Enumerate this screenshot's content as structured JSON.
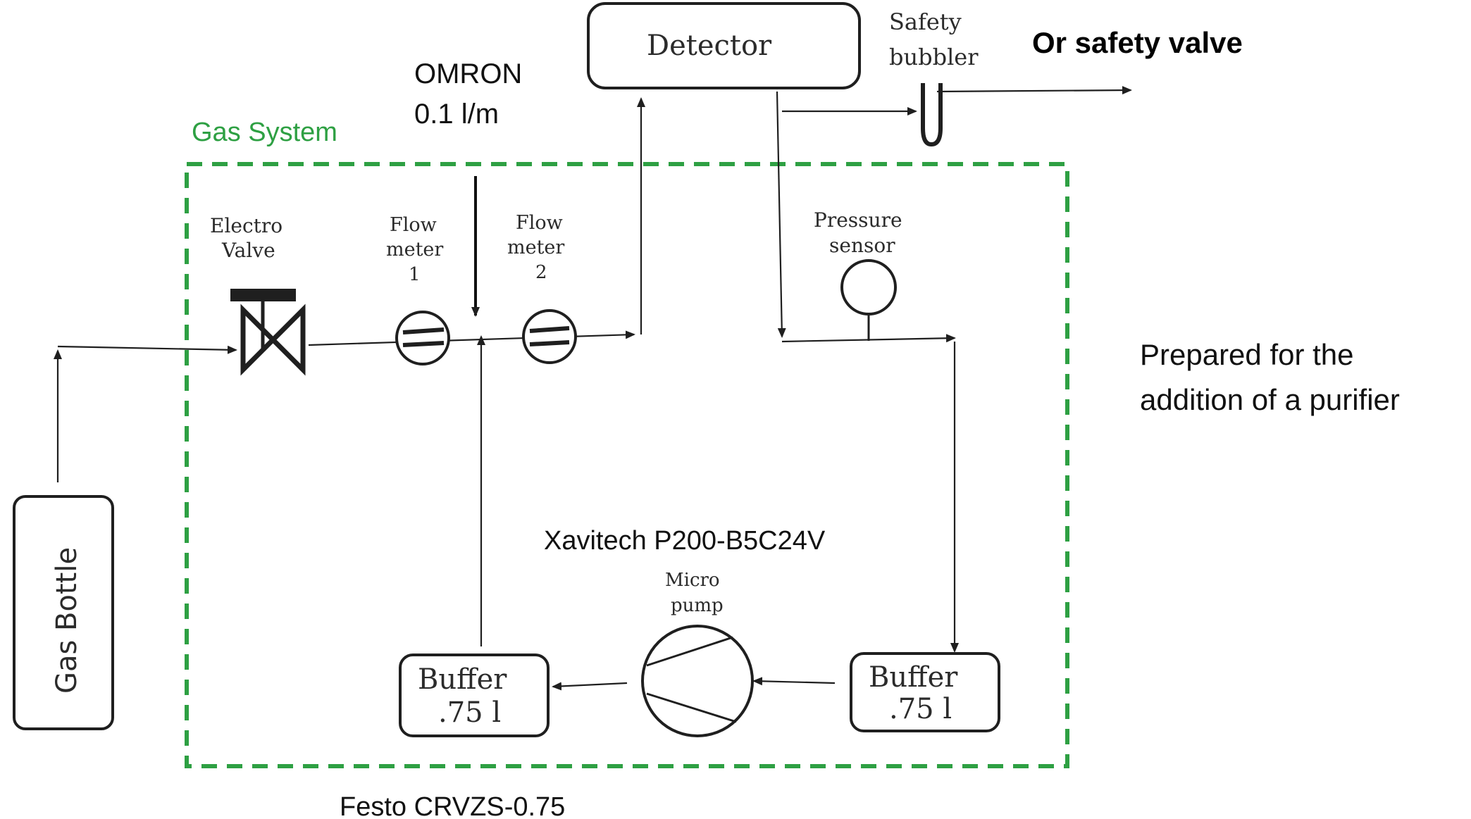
{
  "colors": {
    "gas_system_border": "#2ea043",
    "ink": "#1f1f1f"
  },
  "gas_system": {
    "label": "Gas System"
  },
  "components": {
    "gas_bottle": {
      "label": "Gas Bottle"
    },
    "electro_valve": {
      "label_line1": "Electro",
      "label_line2": "Valve"
    },
    "flow_meter_1": {
      "label_line1": "Flow",
      "label_line2": "meter",
      "label_line3": "1"
    },
    "flow_meter_2": {
      "label_line1": "Flow",
      "label_line2": "meter",
      "label_line3": "2"
    },
    "detector": {
      "label": "Detector"
    },
    "safety_bubbler": {
      "label_line1": "Safety",
      "label_line2": "bubbler"
    },
    "pressure_sensor": {
      "label_line1": "Pressure",
      "label_line2": "sensor"
    },
    "micro_pump": {
      "label_line1": "Micro",
      "label_line2": "pump"
    },
    "buffer_left": {
      "label_line1": "Buffer",
      "label_line2": ".75 l"
    },
    "buffer_right": {
      "label_line1": "Buffer",
      "label_line2": ".75 l"
    }
  },
  "annotations": {
    "omron_line1": "OMRON",
    "omron_line2": "0.1 l/m",
    "safety_valve": "Or safety valve",
    "purifier_line1": "Prepared for the",
    "purifier_line2": "addition of a purifier",
    "pump_model": "Xavitech P200-B5C24V",
    "buffer_model": "Festo CRVZS-0.75"
  }
}
